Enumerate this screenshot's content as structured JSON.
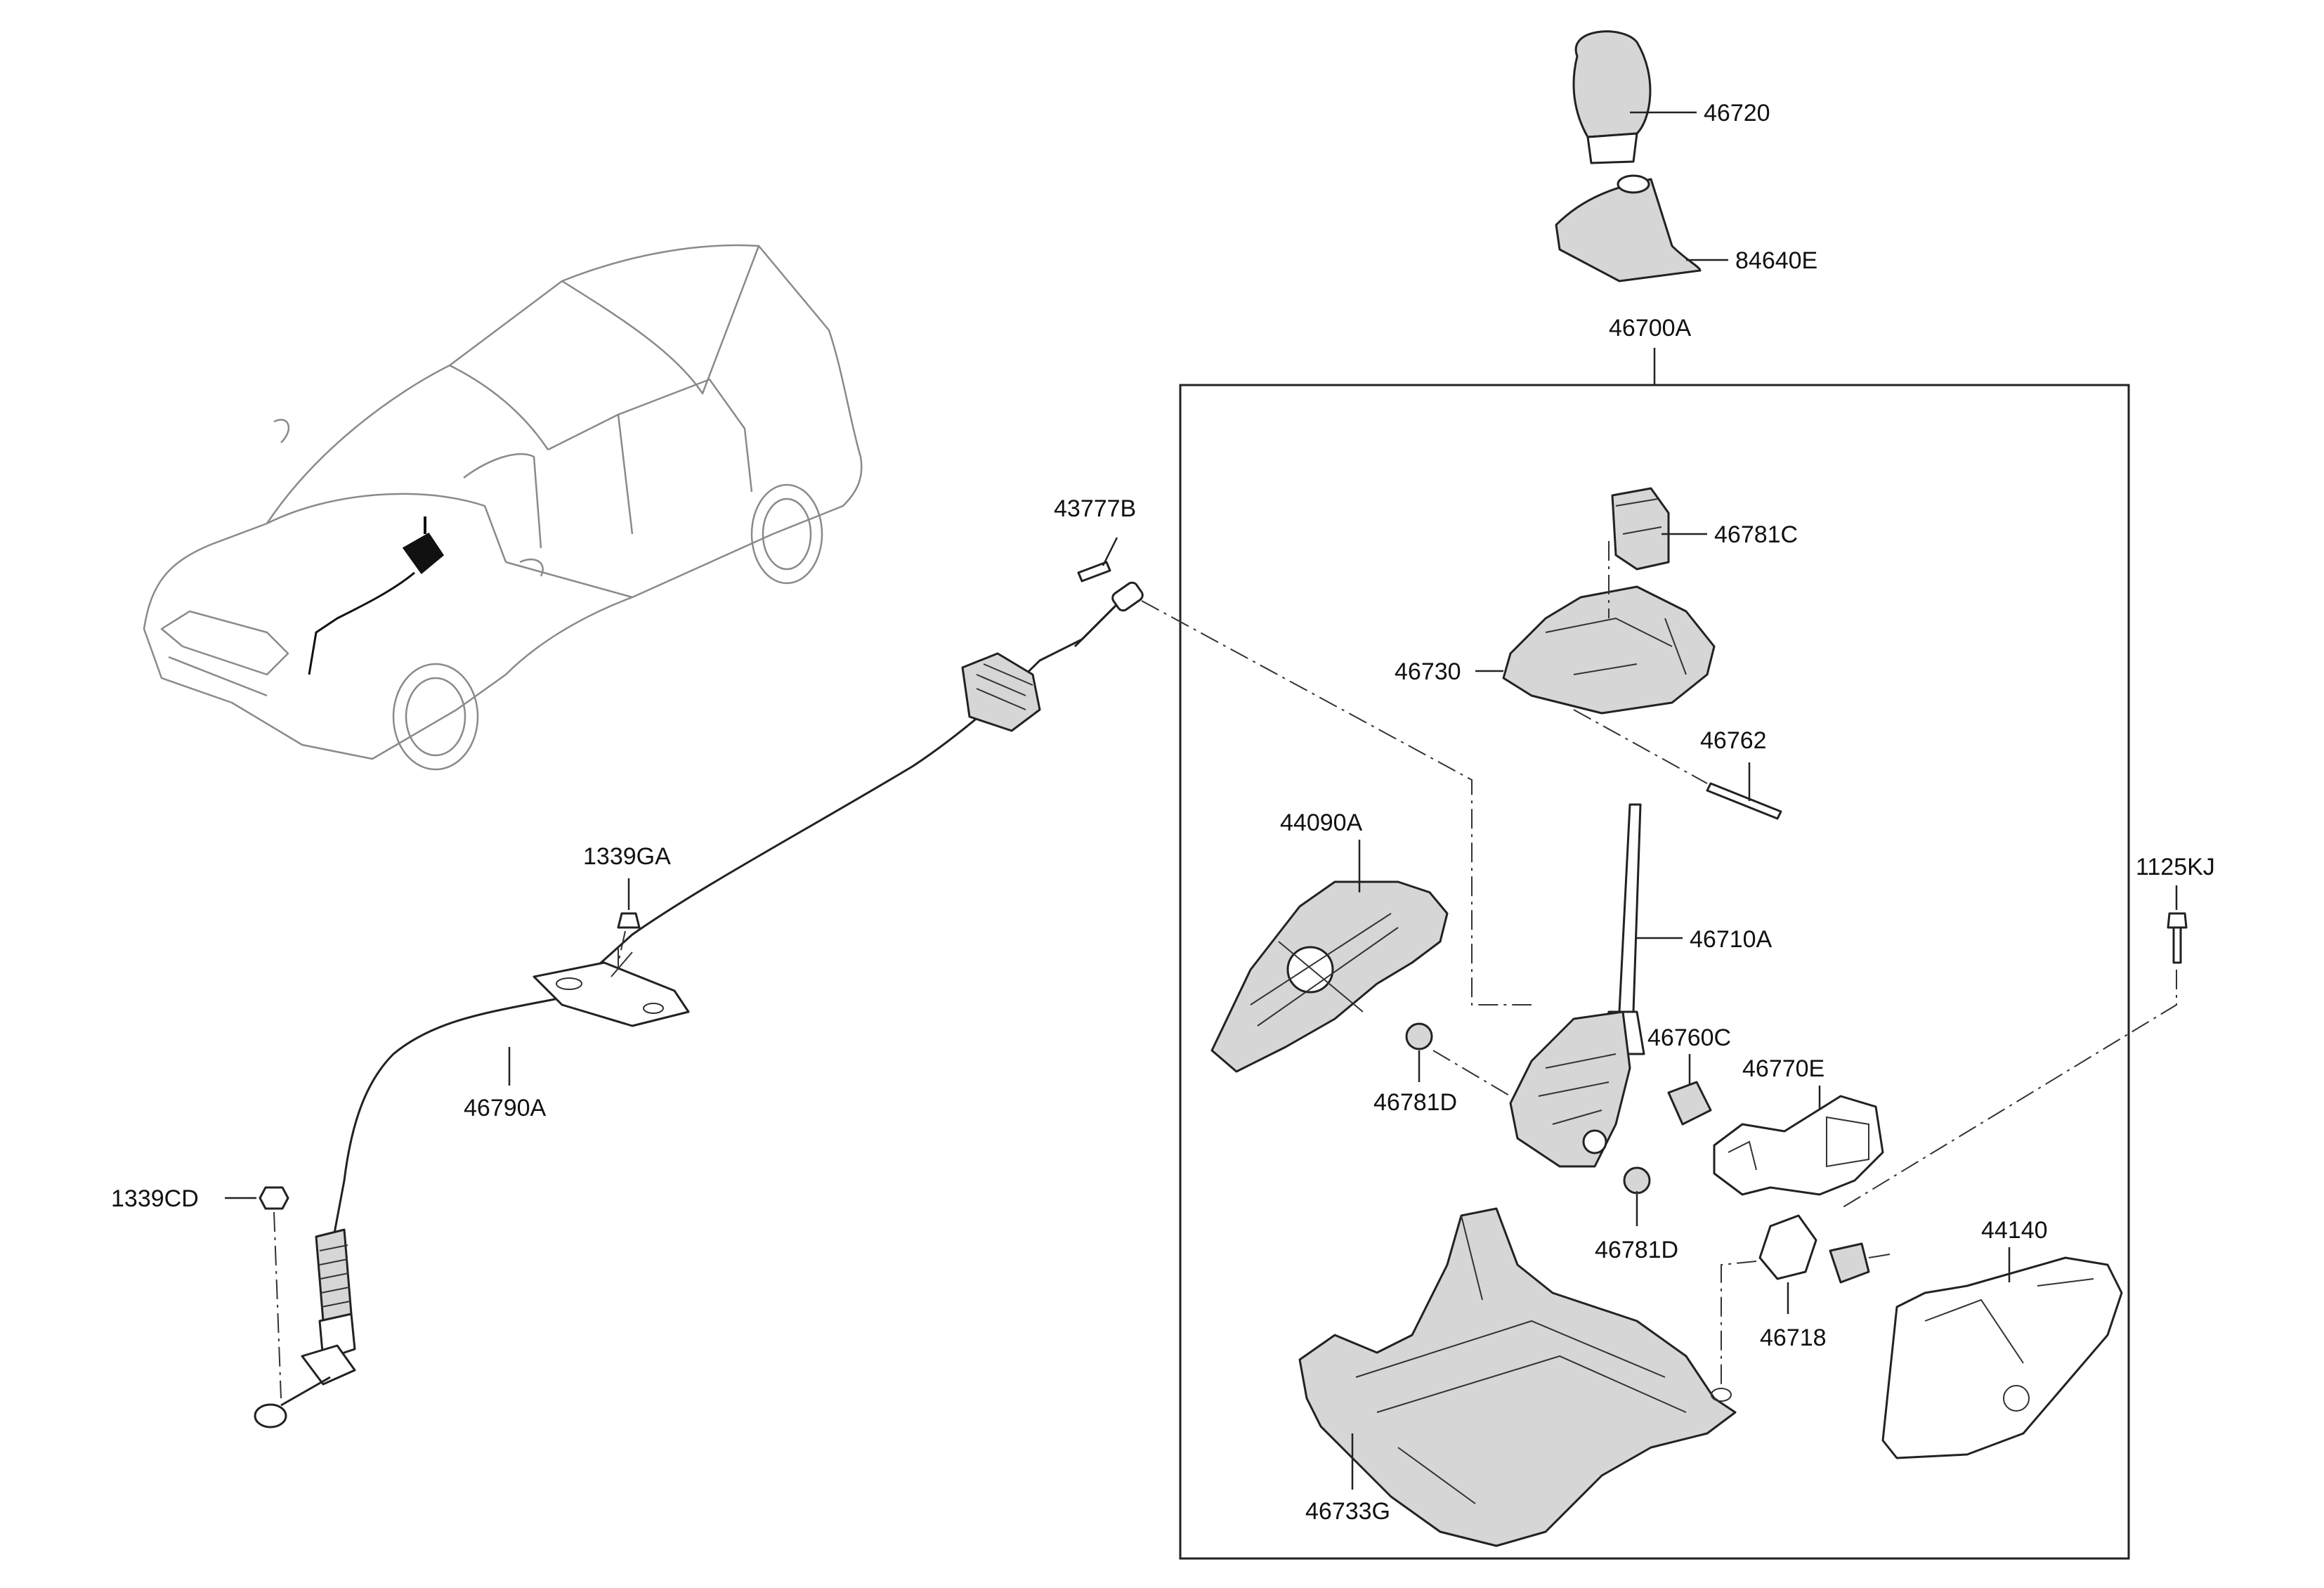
{
  "diagram": {
    "assembly_label": "46700A",
    "parts": {
      "knob": "46720",
      "boot": "84640E",
      "sensor_block": "46781C",
      "bracket_upper": "46730",
      "pin": "46762",
      "lever": "46710A",
      "cover": "44090A",
      "bolt": "1125KJ",
      "bushing_left": "46781D",
      "switch": "46760C",
      "indicator": "46770E",
      "bushing_right": "46781D",
      "solenoid": "46718",
      "module": "44140",
      "base": "46733G",
      "clip_top": "43777B",
      "nut_bracket": "1339GA",
      "cable": "46790A",
      "nut_end": "1339CD"
    }
  }
}
